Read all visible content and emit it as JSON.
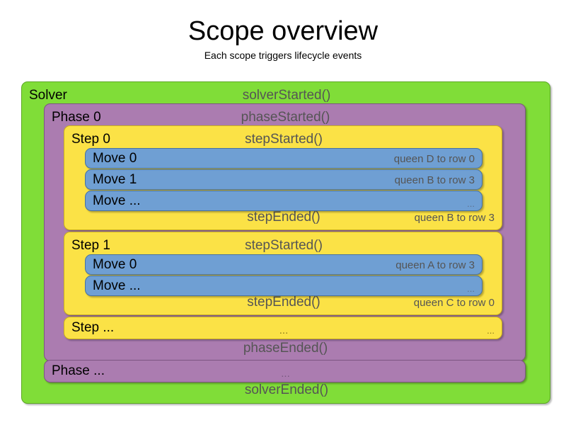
{
  "heading": {
    "title": "Scope overview",
    "subtitle": "Each scope triggers lifecycle events"
  },
  "colors": {
    "solver": "#80DD38",
    "phase": "#AB7CB0",
    "step": "#FBE246",
    "move": "#6F9FD3",
    "label_text": "#000000",
    "event_text": "#555555",
    "background": "#FFFFFF"
  },
  "diagram": {
    "solver": {
      "label": "Solver",
      "started_event": "solverStarted()",
      "ended_event": "solverEnded()",
      "phases": [
        {
          "label": "Phase 0",
          "started_event": "phaseStarted()",
          "ended_event": "phaseEnded()",
          "steps": [
            {
              "label": "Step 0",
              "started_event": "stepStarted()",
              "ended_event": "stepEnded()",
              "ended_detail": "queen B to row 3",
              "moves": [
                {
                  "label": "Move 0",
                  "detail": "queen D to row 0"
                },
                {
                  "label": "Move 1",
                  "detail": "queen B to row 3"
                },
                {
                  "label": "Move ...",
                  "detail": "..."
                }
              ]
            },
            {
              "label": "Step 1",
              "started_event": "stepStarted()",
              "ended_event": "stepEnded()",
              "ended_detail": "queen C to row 0",
              "moves": [
                {
                  "label": "Move 0",
                  "detail": "queen A to row 3"
                },
                {
                  "label": "Move ...",
                  "detail": "..."
                }
              ]
            },
            {
              "label": "Step ...",
              "started_event": "...",
              "ended_event": "",
              "ended_detail": "...",
              "moves": []
            }
          ]
        },
        {
          "label": "Phase ...",
          "started_event": "...",
          "ended_event": "",
          "steps": []
        }
      ]
    }
  }
}
